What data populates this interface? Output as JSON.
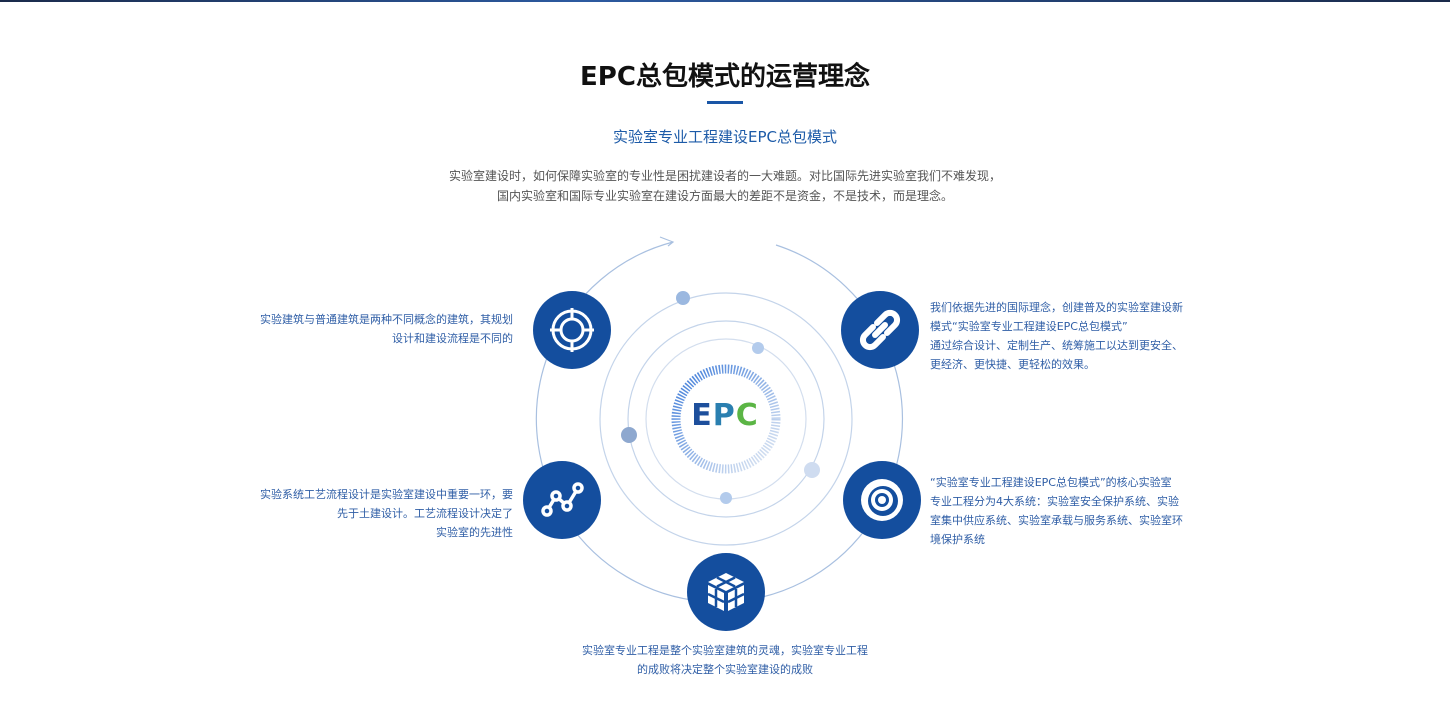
{
  "title": "EPC总包模式的运营理念",
  "subtitle": "实验室专业工程建设EPC总包模式",
  "intro": [
    "实验室建设时，如何保障实验室的专业性是困扰建设者的一大难题。对比国际先进实验室我们不难发现，",
    "国内实验室和国际专业实验室在建设方面最大的差距不是资金，不是技术，而是理念。"
  ],
  "center": {
    "e": "E",
    "p": "P",
    "c": "C"
  },
  "colors": {
    "brand": "#144e9e",
    "green": "#5bb545",
    "text": "#2f5ea6"
  },
  "items": [
    {
      "icon": "target-icon",
      "lines": [
        "实验建筑与普通建筑是两种不同概念的建筑，其规划",
        "设计和建设流程是不同的"
      ]
    },
    {
      "icon": "link-icon",
      "lines": [
        "我们依据先进的国际理念，创建普及的实验室建设新",
        "模式“实验室专业工程建设EPC总包模式”",
        "通过综合设计、定制生产、统筹施工以达到更安全、",
        "更经济、更快捷、更轻松的效果。"
      ]
    },
    {
      "icon": "line-chart-icon",
      "lines": [
        "实验系统工艺流程设计是实验室建设中重要一环，要",
        "先于土建设计。工艺流程设计决定了",
        "实验室的先进性"
      ]
    },
    {
      "icon": "swirl-icon",
      "lines": [
        "“实验室专业工程建设EPC总包模式”的核心实验室",
        "专业工程分为4大系统：实验室安全保护系统、实验",
        "室集中供应系统、实验室承载与服务系统、实验室环",
        "境保护系统"
      ]
    },
    {
      "icon": "cube-icon",
      "lines": [
        "实验室专业工程是整个实验室建筑的灵魂，实验室专业工程",
        "的成败将决定整个实验室建设的成败"
      ]
    }
  ]
}
